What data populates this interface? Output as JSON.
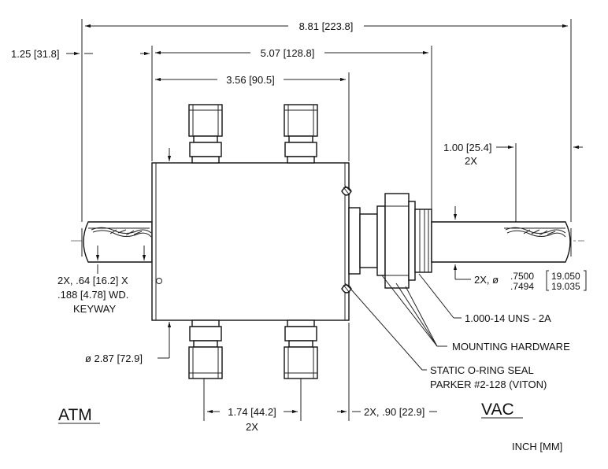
{
  "dimensions": {
    "overall": "8.81 [223.8]",
    "left_shaft": "1.25 [31.8]",
    "to_mount": "5.07 [128.8]",
    "housing": "3.56 [90.5]",
    "right_shaft": "1.00 [25.4]",
    "right_shaft_qty": "2X",
    "fitting_spacing": "1.74 [44.2]",
    "fitting_qty": "2X",
    "flange_offset": "2X, .90 [22.9]",
    "housing_dia": "ø 2.87 [72.9]",
    "keyway_line1": "2X, .64 [16.2] X",
    "keyway_line2": ".188 [4.78] WD.",
    "keyway_line3": "KEYWAY",
    "shaft_dia_prefix": "2X, ø",
    "shaft_dia_in_max": ".7500",
    "shaft_dia_in_min": ".7494",
    "shaft_dia_mm_max": "19.050",
    "shaft_dia_mm_min": "19.035"
  },
  "callouts": {
    "thread": "1.000-14 UNS - 2A",
    "hardware": "MOUNTING HARDWARE",
    "seal_line1": "STATIC O-RING SEAL",
    "seal_line2": "PARKER #2-128 (VITON)"
  },
  "labels": {
    "atm": "ATM",
    "vac": "VAC",
    "units": "INCH [MM]"
  }
}
